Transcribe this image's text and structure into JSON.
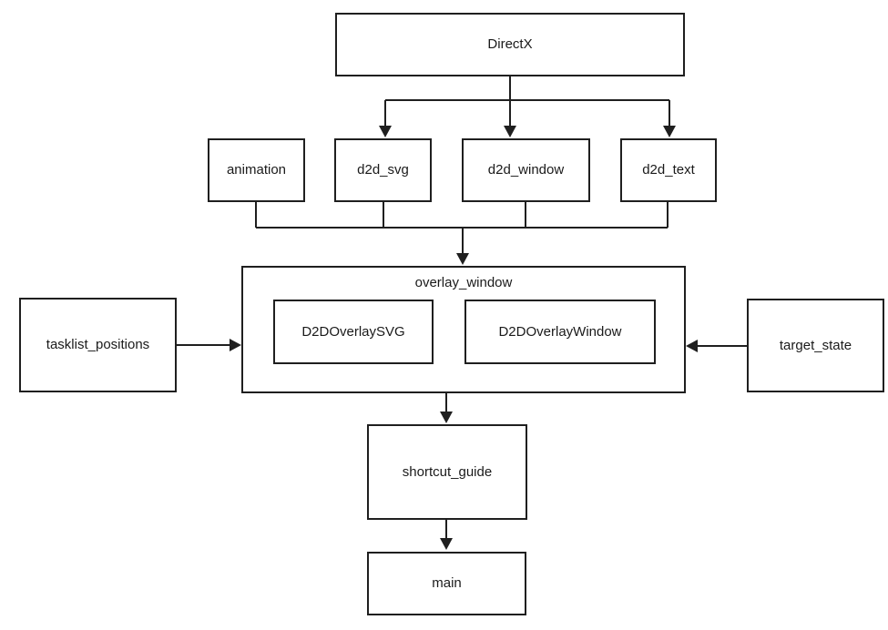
{
  "diagram": {
    "type": "dependency-flowchart",
    "nodes": {
      "directx": {
        "label": "DirectX"
      },
      "animation": {
        "label": "animation"
      },
      "d2d_svg": {
        "label": "d2d_svg"
      },
      "d2d_window": {
        "label": "d2d_window"
      },
      "d2d_text": {
        "label": "d2d_text"
      },
      "overlay_window": {
        "label": "overlay_window"
      },
      "d2d_overlay_svg": {
        "label": "D2DOverlaySVG"
      },
      "d2d_overlay_window": {
        "label": "D2DOverlayWindow"
      },
      "tasklist_positions": {
        "label": "tasklist_positions"
      },
      "target_state": {
        "label": "target_state"
      },
      "shortcut_guide": {
        "label": "shortcut_guide"
      },
      "main": {
        "label": "main"
      }
    },
    "edges": [
      {
        "from": "DirectX",
        "to": "d2d_svg"
      },
      {
        "from": "DirectX",
        "to": "d2d_window"
      },
      {
        "from": "DirectX",
        "to": "d2d_text"
      },
      {
        "from": "animation",
        "to": "overlay_window"
      },
      {
        "from": "d2d_svg",
        "to": "overlay_window"
      },
      {
        "from": "d2d_window",
        "to": "overlay_window"
      },
      {
        "from": "d2d_text",
        "to": "overlay_window"
      },
      {
        "from": "tasklist_positions",
        "to": "overlay_window"
      },
      {
        "from": "target_state",
        "to": "overlay_window"
      },
      {
        "from": "overlay_window",
        "to": "shortcut_guide"
      },
      {
        "from": "shortcut_guide",
        "to": "main"
      }
    ],
    "colors": {
      "background": "#ffffff",
      "line": "#1f1f1f",
      "text": "#1a1a1a"
    }
  }
}
